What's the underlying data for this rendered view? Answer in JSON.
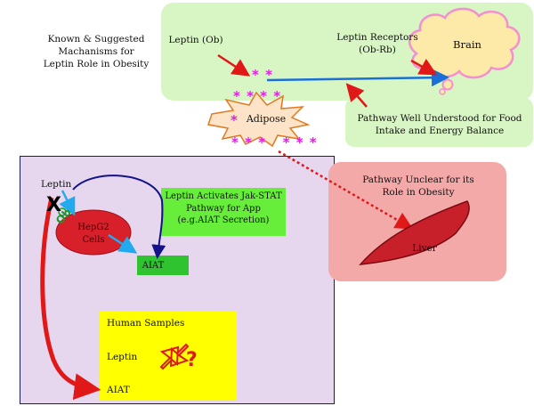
{
  "title": "Known & Suggested Machanisms for Leptin Role in Obesity",
  "leptin_ob": "Leptin (Ob)",
  "leptin_receptors": "Leptin Receptors (Ob-Rb)",
  "brain": "Brain",
  "adipose": "Adipose",
  "food_pathway": "Pathway Well Understood for Food Intake and Energy Balance",
  "obesity_pathway": "Pathway Unclear for its Role in Obesity",
  "liver": "Liver",
  "leptin_small": "Leptin",
  "x_mark": "X",
  "ob_label": "Ob",
  "hepg2": "HepG2 Cells",
  "jak_stat": "Leptin Activates Jak-STAT Pathway for App (e.g.AIAT Secretion)",
  "aiat": "AIAT",
  "human_samples": "Human Samples",
  "human_leptin": "Leptin",
  "human_aiat": "AIAT",
  "question": "?",
  "asterisk_row_1": "* *",
  "asterisk_row_2": "* * * *",
  "asterisk_row_3": "*",
  "asterisk_row_4": "* * *   * * *",
  "colors": {
    "green_panel": "#d8f5c4",
    "purple_panel": "#e6d7ef",
    "pink_panel": "#f4a9a9",
    "jak_green": "#66ee3a",
    "aiat_green": "#2fc42f",
    "yellow": "#ffff00",
    "red_arrow": "#e01818",
    "blue_arrow": "#1a6fd8",
    "magenta": "#e020e0",
    "liver": "#c8202a",
    "hepg2": "#d8202a"
  }
}
